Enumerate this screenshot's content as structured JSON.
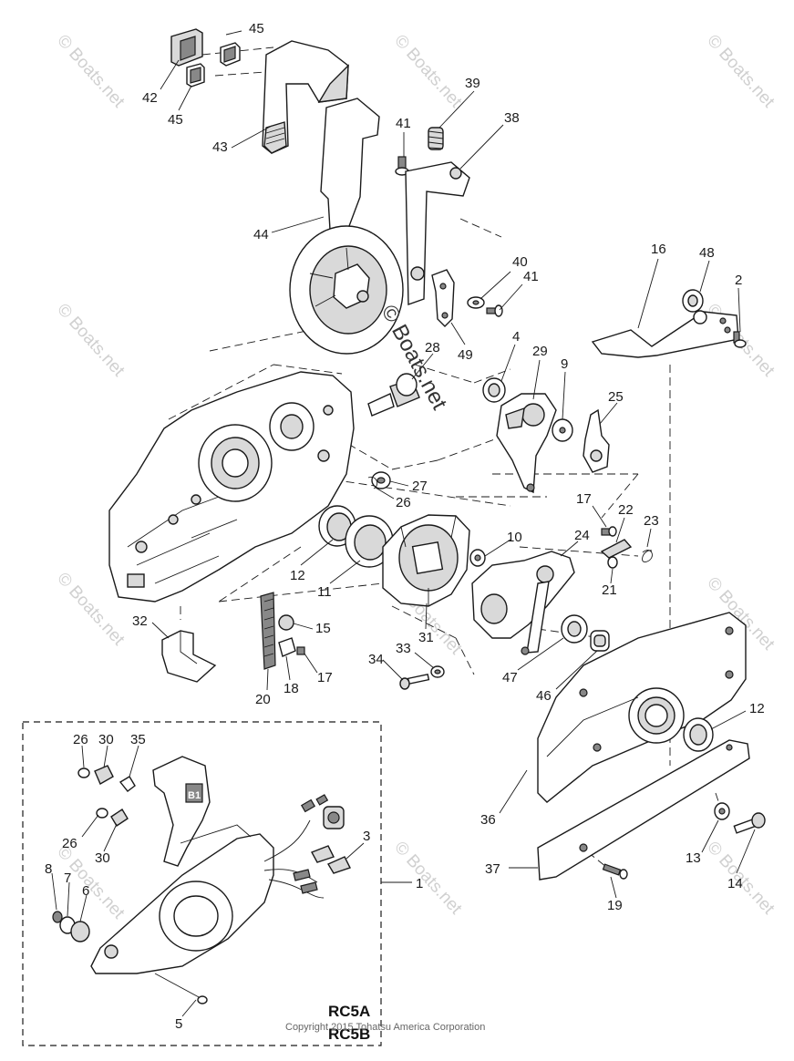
{
  "callouts": [
    {
      "id": "c45a",
      "label": "45"
    },
    {
      "id": "c42",
      "label": "42"
    },
    {
      "id": "c45b",
      "label": "45"
    },
    {
      "id": "c43",
      "label": "43"
    },
    {
      "id": "c44",
      "label": "44"
    },
    {
      "id": "c39",
      "label": "39"
    },
    {
      "id": "c41a",
      "label": "41"
    },
    {
      "id": "c38",
      "label": "38"
    },
    {
      "id": "c40",
      "label": "40"
    },
    {
      "id": "c41b",
      "label": "41"
    },
    {
      "id": "c49",
      "label": "49"
    },
    {
      "id": "c16",
      "label": "16"
    },
    {
      "id": "c48",
      "label": "48"
    },
    {
      "id": "c2",
      "label": "2"
    },
    {
      "id": "c28",
      "label": "28"
    },
    {
      "id": "c4",
      "label": "4"
    },
    {
      "id": "c29",
      "label": "29"
    },
    {
      "id": "c9",
      "label": "9"
    },
    {
      "id": "c25",
      "label": "25"
    },
    {
      "id": "c27",
      "label": "27"
    },
    {
      "id": "c26a",
      "label": "26"
    },
    {
      "id": "c17a",
      "label": "17"
    },
    {
      "id": "c22",
      "label": "22"
    },
    {
      "id": "c23",
      "label": "23"
    },
    {
      "id": "c10",
      "label": "10"
    },
    {
      "id": "c24",
      "label": "24"
    },
    {
      "id": "c21",
      "label": "21"
    },
    {
      "id": "c12a",
      "label": "12"
    },
    {
      "id": "c11",
      "label": "11"
    },
    {
      "id": "c32",
      "label": "32"
    },
    {
      "id": "c15",
      "label": "15"
    },
    {
      "id": "c31",
      "label": "31"
    },
    {
      "id": "c34",
      "label": "34"
    },
    {
      "id": "c33",
      "label": "33"
    },
    {
      "id": "c17b",
      "label": "17"
    },
    {
      "id": "c18",
      "label": "18"
    },
    {
      "id": "c20",
      "label": "20"
    },
    {
      "id": "c47",
      "label": "47"
    },
    {
      "id": "c46",
      "label": "46"
    },
    {
      "id": "c12b",
      "label": "12"
    },
    {
      "id": "c36",
      "label": "36"
    },
    {
      "id": "c37",
      "label": "37"
    },
    {
      "id": "c13",
      "label": "13"
    },
    {
      "id": "c14",
      "label": "14"
    },
    {
      "id": "c19",
      "label": "19"
    },
    {
      "id": "c26b",
      "label": "26"
    },
    {
      "id": "c30a",
      "label": "30"
    },
    {
      "id": "c35",
      "label": "35"
    },
    {
      "id": "c26c",
      "label": "26"
    },
    {
      "id": "c30b",
      "label": "30"
    },
    {
      "id": "c3",
      "label": "3"
    },
    {
      "id": "c8",
      "label": "8"
    },
    {
      "id": "c7",
      "label": "7"
    },
    {
      "id": "c6",
      "label": "6"
    },
    {
      "id": "c1",
      "label": "1"
    },
    {
      "id": "c5",
      "label": "5"
    }
  ],
  "model_codes": [
    "RC5A",
    "RC5B"
  ],
  "copyright": "Copyright 2015 Tohatsu America Corporation",
  "watermark": "© Boats.net",
  "lever_badge": "B1"
}
